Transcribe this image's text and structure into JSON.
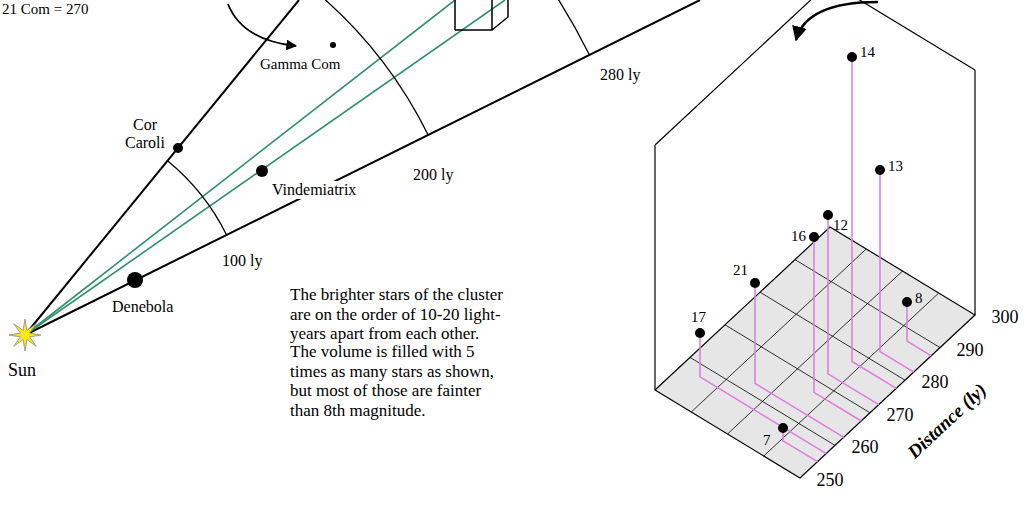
{
  "diagram": {
    "labels": [
      "21 Com = 270",
      "Gamma Com",
      "Cor Caroli",
      "Vindemiatrix",
      "280 ly",
      "200 ly",
      "100 ly",
      "Denebola",
      "Sun",
      "The brighter stars of the cluster are on the order of 10-20 light-years apart from each other.",
      "The volume is filled with 5 times as many stars as shown, but most of those are fainter than 8th magnitude.",
      "14",
      "13",
      "16",
      "12",
      "21",
      "17",
      "8",
      "7",
      "300",
      "290",
      "280",
      "270",
      "260",
      "250",
      "Distance (ly)"
    ]
  }
}
